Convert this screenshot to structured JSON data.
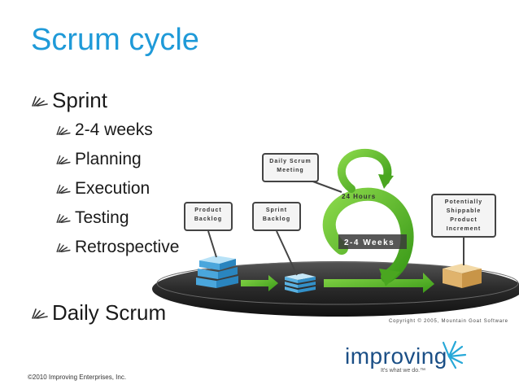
{
  "title": "Scrum cycle",
  "bullets": [
    {
      "text": "Sprint",
      "level": 1
    },
    {
      "text": "2-4 weeks",
      "level": 2
    },
    {
      "text": "Planning",
      "level": 2
    },
    {
      "text": "Execution",
      "level": 2
    },
    {
      "text": "Testing",
      "level": 2
    },
    {
      "text": "Retrospective",
      "level": 2
    },
    {
      "text": "Daily Scrum",
      "level": 1
    }
  ],
  "diagram": {
    "daily_scrum": [
      "Daily Scrum",
      "Meeting"
    ],
    "product_backlog": [
      "Product",
      "Backlog"
    ],
    "sprint_backlog": [
      "Sprint",
      "Backlog"
    ],
    "increment": [
      "Potentially",
      "Shippable",
      "Product",
      "Increment"
    ],
    "hours": "24 Hours",
    "weeks": "2-4 Weeks",
    "copyright": "Copyright © 2005, Mountain Goat Software"
  },
  "footer": {
    "copyright": "©2010 Improving Enterprises, Inc.",
    "logo": "improving",
    "tagline": "It's what we do.™"
  },
  "colors": {
    "title": "#1f9ad8",
    "arrow_green": "#5fbf2a",
    "logo_blue": "#1b4f86",
    "platform": "#3a3a3a"
  }
}
